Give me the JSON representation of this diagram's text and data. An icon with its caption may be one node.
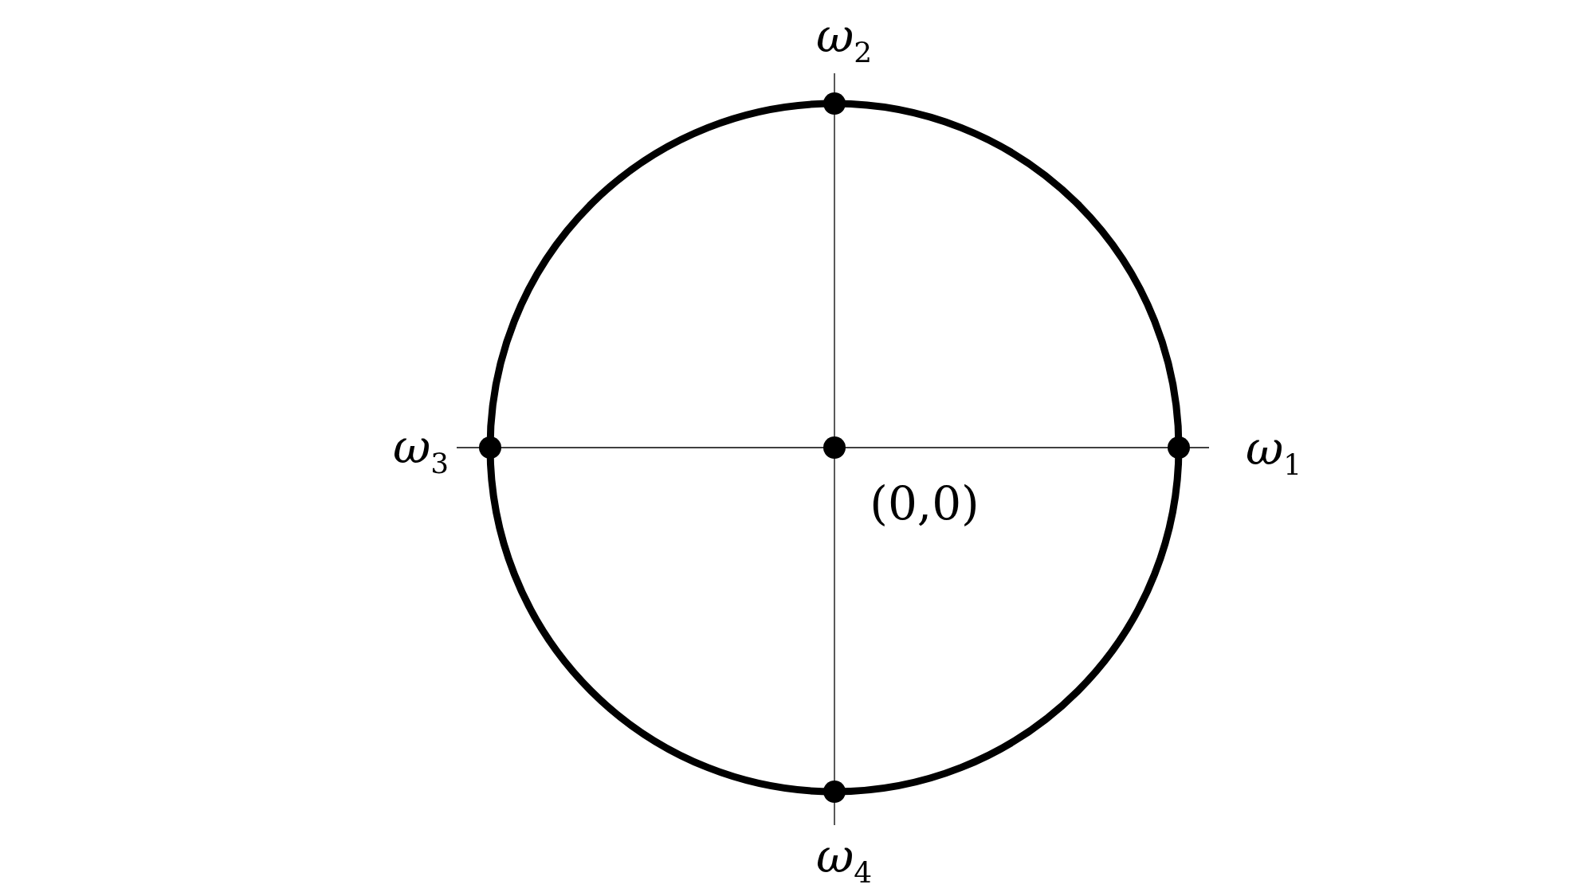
{
  "diagram": {
    "labels": [
      "*ω*$_{2}$",
      "*ω*$_{3}$",
      "*ω*$_{1}$",
      "(0,0)",
      "*ω*$_{4}$"
    ]
  }
}
